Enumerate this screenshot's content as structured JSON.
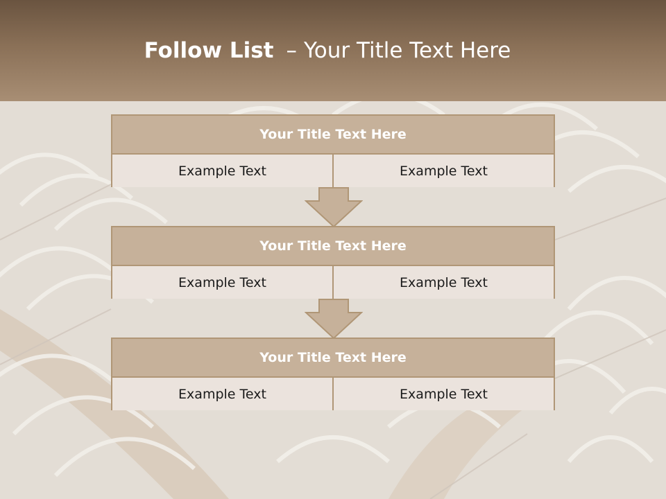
{
  "title": {
    "bold": "Follow List",
    "separator": "–",
    "rest": "Your Title Text Here"
  },
  "steps": [
    {
      "heading": "Your Title Text Here",
      "left": "Example Text",
      "right": "Example Text"
    },
    {
      "heading": "Your Title Text Here",
      "left": "Example Text",
      "right": "Example Text"
    },
    {
      "heading": "Your Title Text Here",
      "left": "Example Text",
      "right": "Example Text"
    }
  ],
  "colors": {
    "header_top": "#6a5440",
    "header_bottom": "#a88e74",
    "box_head": "#c6b19a",
    "box_border": "#b09676",
    "cell": "#ebe3dd",
    "arrow": "#c6b19a"
  }
}
